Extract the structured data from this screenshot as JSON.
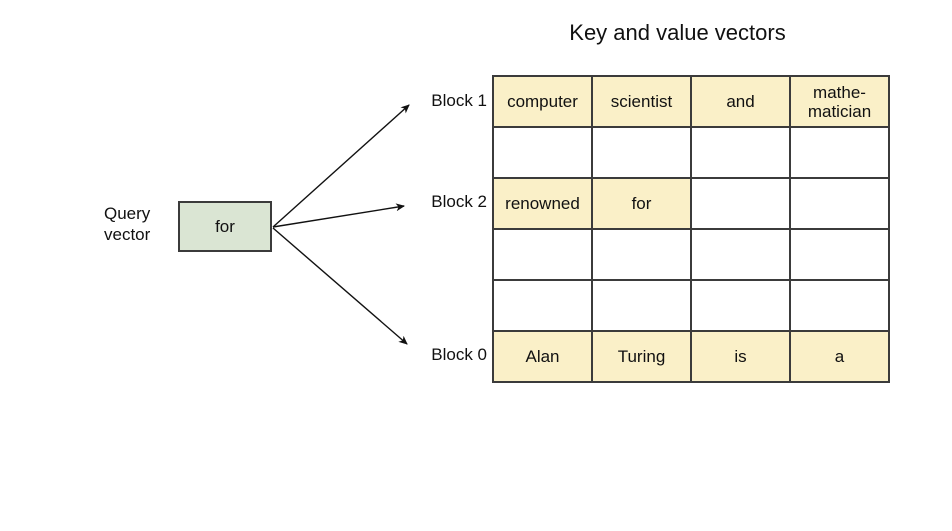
{
  "title": "Key and value vectors",
  "query": {
    "label": "Query\nvector",
    "box_text": "for"
  },
  "colors": {
    "highlight_cell": "#faf0c8",
    "query_box_fill": "#dae5d3",
    "border": "#3b3b3b",
    "arrow": "#111111",
    "background": "#ffffff"
  },
  "table": {
    "rows": [
      {
        "label": "Block 1",
        "cells": [
          {
            "text": "computer",
            "highlighted": true
          },
          {
            "text": "scientist",
            "highlighted": true
          },
          {
            "text": "and",
            "highlighted": true
          },
          {
            "text": "mathe-matician",
            "highlighted": true
          }
        ]
      },
      {
        "label": "",
        "cells": [
          {
            "text": "",
            "highlighted": false
          },
          {
            "text": "",
            "highlighted": false
          },
          {
            "text": "",
            "highlighted": false
          },
          {
            "text": "",
            "highlighted": false
          }
        ]
      },
      {
        "label": "Block 2",
        "cells": [
          {
            "text": "renowned",
            "highlighted": true
          },
          {
            "text": "for",
            "highlighted": true
          },
          {
            "text": "",
            "highlighted": false
          },
          {
            "text": "",
            "highlighted": false
          }
        ]
      },
      {
        "label": "",
        "cells": [
          {
            "text": "",
            "highlighted": false
          },
          {
            "text": "",
            "highlighted": false
          },
          {
            "text": "",
            "highlighted": false
          },
          {
            "text": "",
            "highlighted": false
          }
        ]
      },
      {
        "label": "",
        "cells": [
          {
            "text": "",
            "highlighted": false
          },
          {
            "text": "",
            "highlighted": false
          },
          {
            "text": "",
            "highlighted": false
          },
          {
            "text": "",
            "highlighted": false
          }
        ]
      },
      {
        "label": "Block 0",
        "cells": [
          {
            "text": "Alan",
            "highlighted": true
          },
          {
            "text": "Turing",
            "highlighted": true
          },
          {
            "text": "is",
            "highlighted": true
          },
          {
            "text": "a",
            "highlighted": true
          }
        ]
      }
    ]
  }
}
